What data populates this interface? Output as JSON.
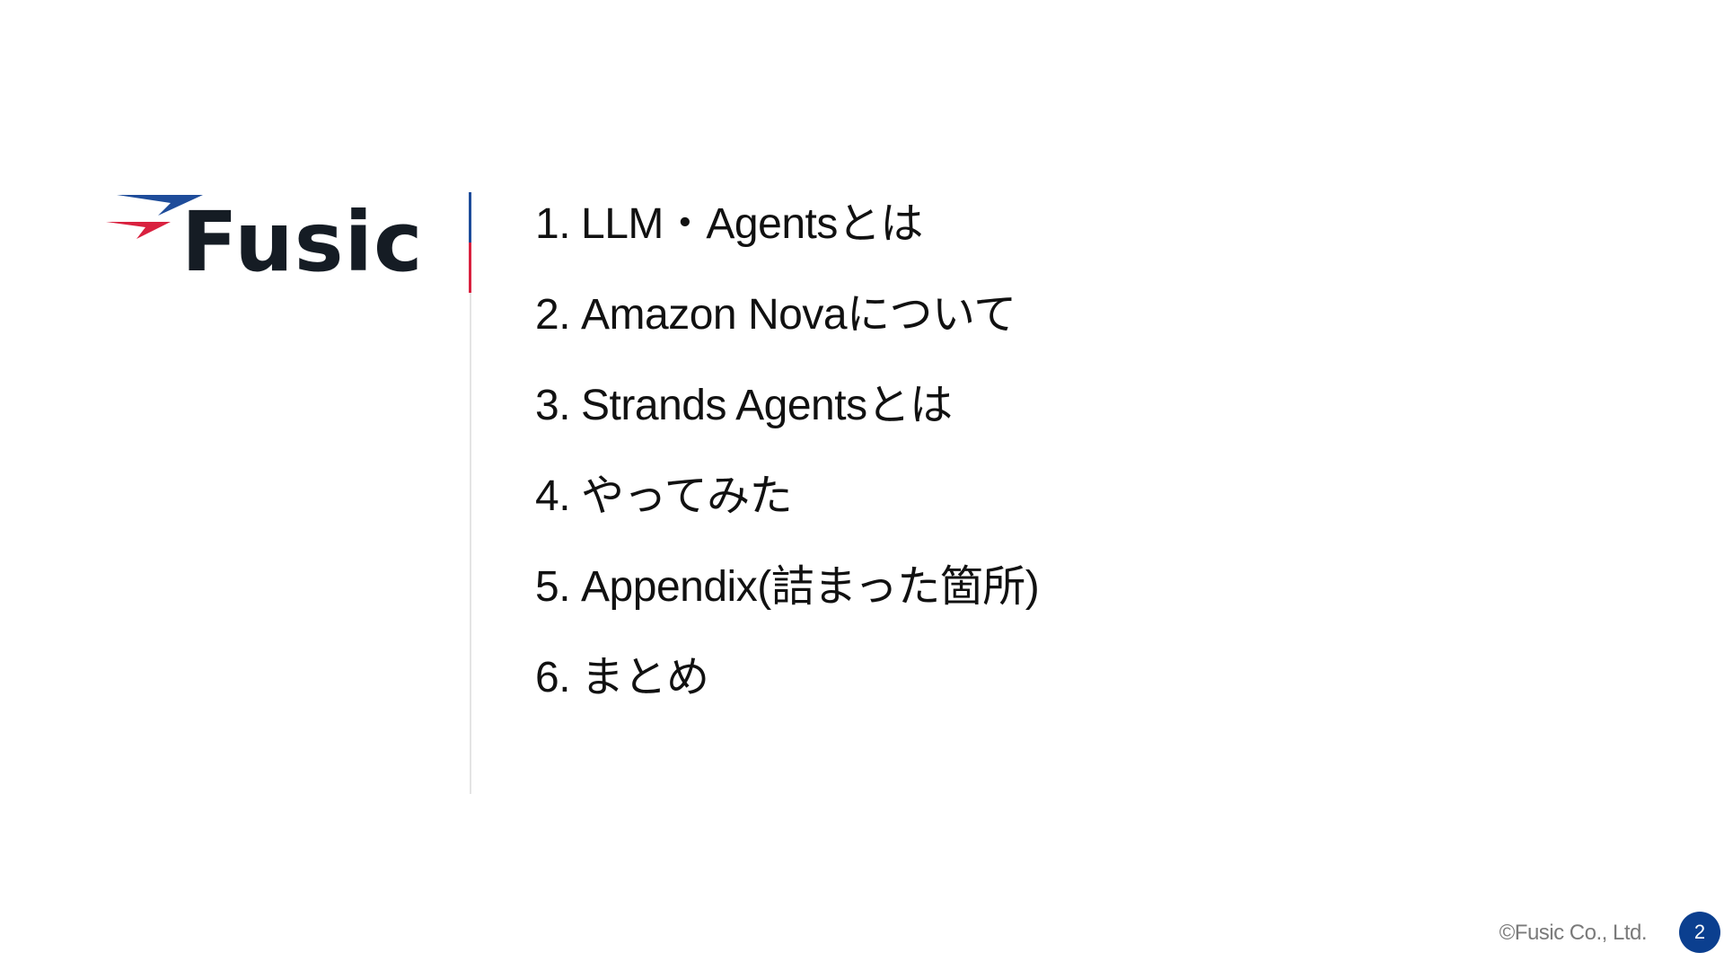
{
  "brand": {
    "name": "Fusic",
    "colors": {
      "blue": "#1e4c9a",
      "red": "#d9213f",
      "dark": "#151c24",
      "badge": "#0b3f8f"
    },
    "logo_icon": "fusic-swoosh-icon"
  },
  "agenda": {
    "items": [
      {
        "number": "1.",
        "text": "LLM・Agentsとは"
      },
      {
        "number": "2.",
        "text": "Amazon Novaについて"
      },
      {
        "number": "3.",
        "text": "Strands Agentsとは"
      },
      {
        "number": "4.",
        "text": "やってみた"
      },
      {
        "number": "5.",
        "text": "Appendix(詰まった箇所)"
      },
      {
        "number": "6.",
        "text": "まとめ"
      }
    ]
  },
  "footer": {
    "copyright": "©Fusic Co., Ltd.",
    "page_number": "2"
  }
}
